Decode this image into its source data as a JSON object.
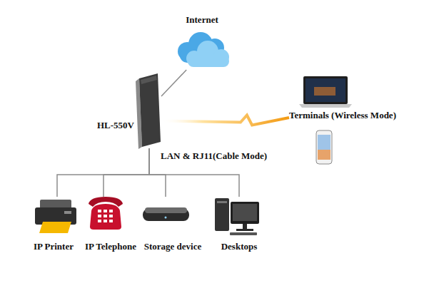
{
  "diagram": {
    "nodes": [
      {
        "text": [
          "Internet"
        ]
      },
      {
        "text": [
          "HL-550V"
        ]
      },
      {
        "text": [
          "Terminals (Wireless Mode)"
        ]
      },
      {
        "text": [
          "IP Printer"
        ]
      },
      {
        "text": [
          "IP Telephone"
        ]
      },
      {
        "text": [
          "Storage device"
        ]
      },
      {
        "text": [
          "Desktops"
        ]
      }
    ],
    "edges": [
      {
        "from": 0,
        "to": 1,
        "arrow": "none"
      },
      {
        "from": 1,
        "to": 2,
        "arrow": "none"
      },
      {
        "from": 1,
        "to": 3,
        "arrow": "none"
      },
      {
        "from": 1,
        "to": 4,
        "arrow": "none"
      },
      {
        "from": 1,
        "to": 5,
        "arrow": "none"
      },
      {
        "from": 1,
        "to": 6,
        "arrow": "none"
      }
    ],
    "labels": [
      "LAN & RJ11(Cable Mode)"
    ]
  }
}
